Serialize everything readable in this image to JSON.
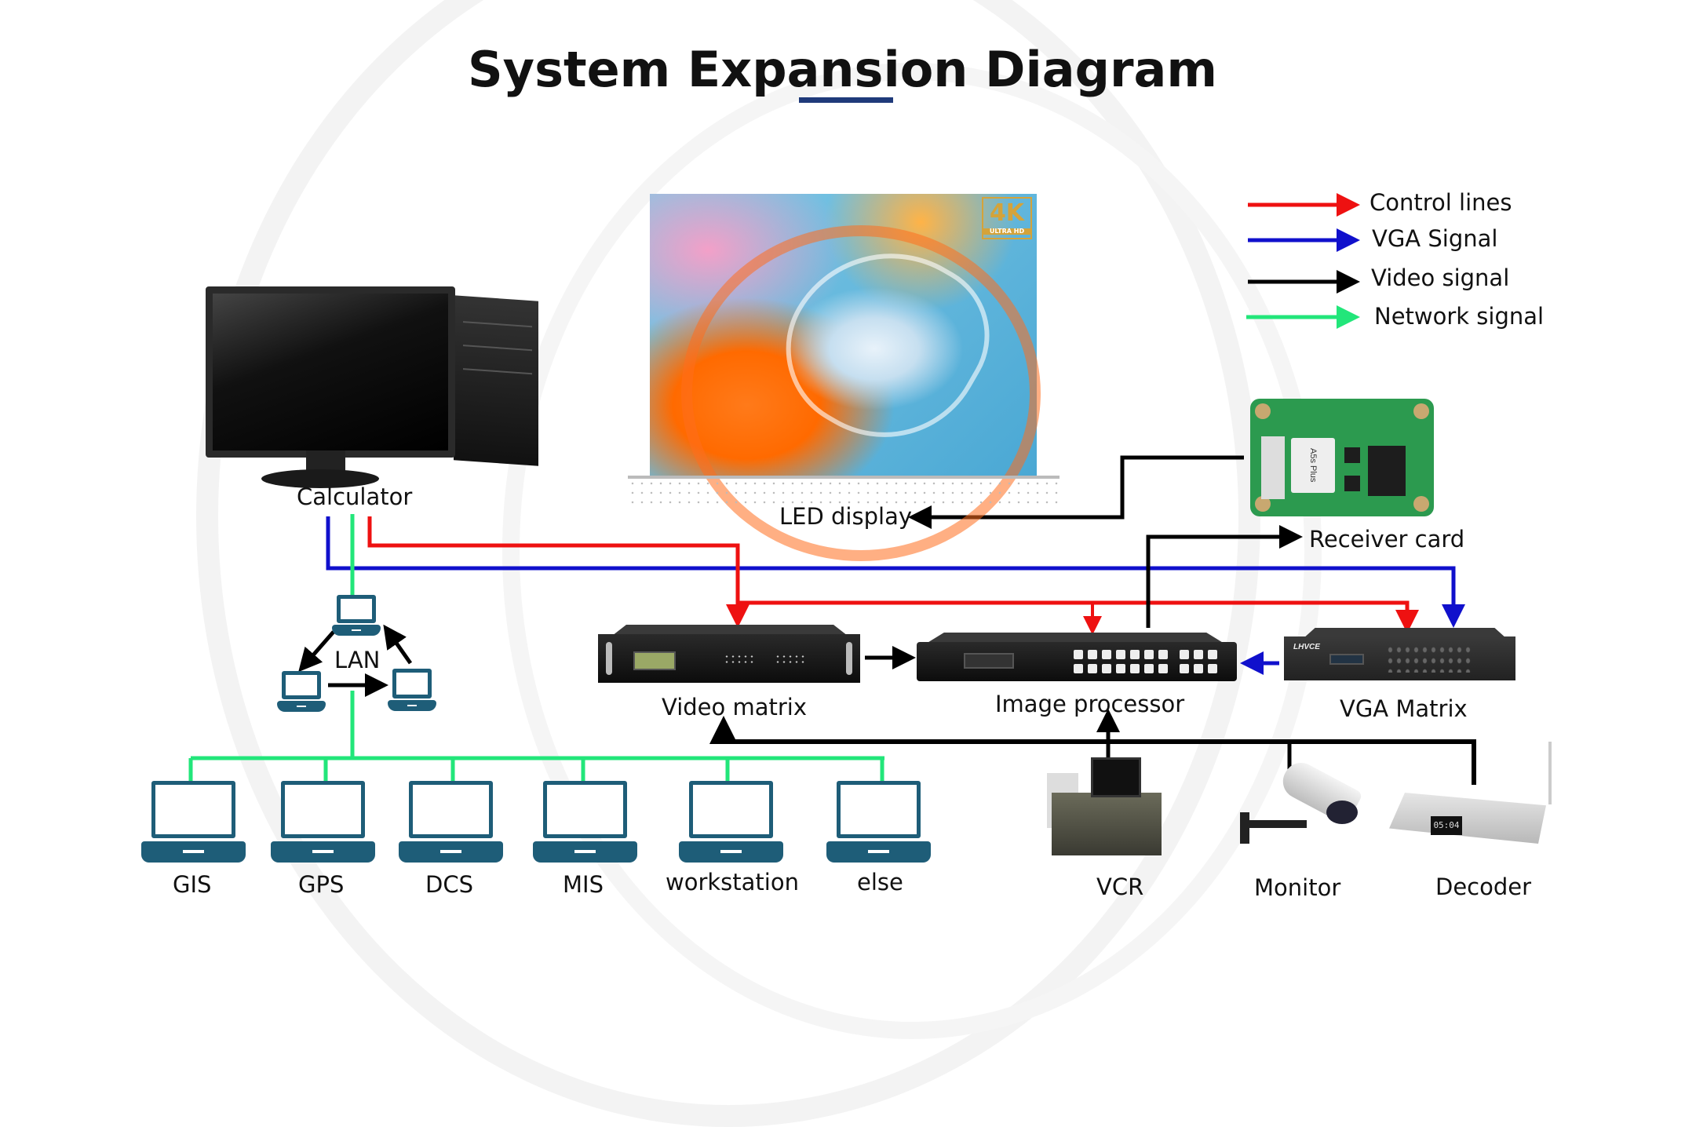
{
  "title": "System Expansion Diagram",
  "colors": {
    "control": "#ee1111",
    "vga": "#1010cc",
    "video": "#000000",
    "network": "#22e67a",
    "laptop": "#1e5d78",
    "title_underline": "#1f3a7a"
  },
  "legend": [
    {
      "label": "Control lines",
      "color_key": "control"
    },
    {
      "label": "VGA Signal",
      "color_key": "vga"
    },
    {
      "label": "Video signal",
      "color_key": "video"
    },
    {
      "label": "Network signal",
      "color_key": "network"
    }
  ],
  "nodes": {
    "calculator": "Calculator",
    "led_display": "LED display",
    "led_badge": "4K",
    "led_badge_sub": "ULTRA HD",
    "receiver_card": "Receiver card",
    "receiver_card_chip": "A5s Plus",
    "lan": "LAN",
    "video_matrix": "Video matrix",
    "image_processor": "Image processor",
    "vga_matrix": "VGA Matrix",
    "vcr": "VCR",
    "monitor": "Monitor",
    "decoder": "Decoder",
    "decoder_display": "05:04"
  },
  "clients": [
    "GIS",
    "GPS",
    "DCS",
    "MIS",
    "workstation",
    "else"
  ],
  "connections": [
    {
      "from": "Calculator",
      "to": "Video matrix",
      "type": "control"
    },
    {
      "from": "Calculator",
      "to": "Image processor",
      "type": "control"
    },
    {
      "from": "Calculator",
      "to": "VGA Matrix",
      "type": "control"
    },
    {
      "from": "Calculator",
      "to": "VGA Matrix",
      "type": "vga"
    },
    {
      "from": "Calculator",
      "to": "LAN",
      "type": "network"
    },
    {
      "from": "LAN",
      "to": "GIS",
      "type": "network"
    },
    {
      "from": "LAN",
      "to": "GPS",
      "type": "network"
    },
    {
      "from": "LAN",
      "to": "DCS",
      "type": "network"
    },
    {
      "from": "LAN",
      "to": "MIS",
      "type": "network"
    },
    {
      "from": "LAN",
      "to": "workstation",
      "type": "network"
    },
    {
      "from": "LAN",
      "to": "else",
      "type": "network"
    },
    {
      "from": "Video matrix",
      "to": "Image processor",
      "type": "video"
    },
    {
      "from": "VGA Matrix",
      "to": "Image processor",
      "type": "vga"
    },
    {
      "from": "Image processor",
      "to": "Receiver card",
      "type": "video"
    },
    {
      "from": "Receiver card",
      "to": "LED display",
      "type": "video"
    },
    {
      "from": "VCR",
      "to": "Image processor",
      "type": "video"
    },
    {
      "from": "VCR",
      "to": "Video matrix",
      "type": "video"
    },
    {
      "from": "Monitor",
      "to": "Video matrix",
      "type": "video"
    },
    {
      "from": "Decoder",
      "to": "Video matrix",
      "type": "video"
    }
  ]
}
